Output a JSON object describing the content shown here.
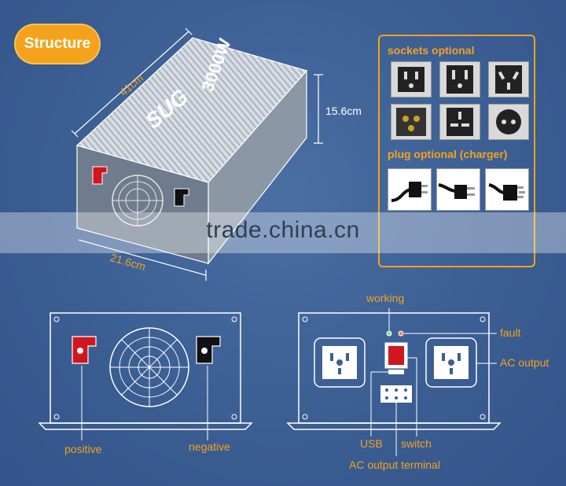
{
  "badge": "Structure",
  "dims": {
    "length": "41cm",
    "height": "15.6cm",
    "width": "21.6cm"
  },
  "product": {
    "power": "3000W",
    "brand": "SUG"
  },
  "options": {
    "sockets_title": "sockets optional",
    "plugs_title": "plug optional (charger)",
    "socket_icons": [
      "us-socket-icon",
      "us-socket-grounded-icon",
      "au-socket-icon",
      "universal-socket-icon",
      "uk-socket-icon",
      "eu-socket-icon"
    ],
    "plug_icons": [
      "au-plug-icon",
      "us-plug-icon",
      "sa-plug-icon"
    ]
  },
  "watermark": "trade.china.cn",
  "front_panel": {
    "positive": "positive",
    "negative": "negative"
  },
  "back_panel": {
    "working": "working",
    "fault": "fault",
    "ac_output": "AC output",
    "usb": "USB",
    "switch": "switch",
    "terminal": "AC output terminal"
  },
  "colors": {
    "accent": "#f4a21c",
    "background": "#3b5e93",
    "positive": "#d0161e",
    "negative": "#111111"
  }
}
